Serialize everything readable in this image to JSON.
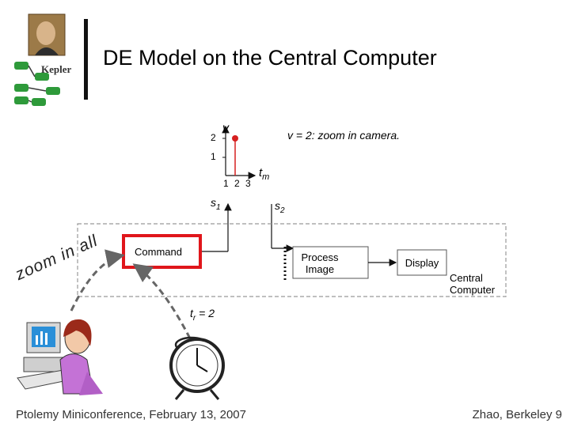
{
  "slide": {
    "title": "DE Model on the Central Computer",
    "footer_left": "Ptolemy Miniconference, February 13, 2007",
    "footer_right": "Zhao, Berkeley 9"
  },
  "logo": {
    "text": "Kepler"
  },
  "timing_plot": {
    "y_label": "v",
    "x_label": "t",
    "x_subscript": "m",
    "y_ticks": [
      "2",
      "1"
    ],
    "x_ticks": "1 2 3",
    "annotation": "v = 2: zoom in camera."
  },
  "signals": {
    "s1": "s",
    "s1_sub": "1",
    "s2": "s",
    "s2_sub": "2"
  },
  "central_computer": {
    "command": "Command",
    "process_image": "Process\nImage",
    "display": "Display",
    "label": "Central\nComputer"
  },
  "zoom_text": "zoom in all",
  "timer_label": "t",
  "timer_sub": "r",
  "timer_value": " = 2",
  "colors": {
    "highlight": "#e0161b",
    "dashed_arrow": "#666666",
    "timeline_red": "#d62020"
  }
}
